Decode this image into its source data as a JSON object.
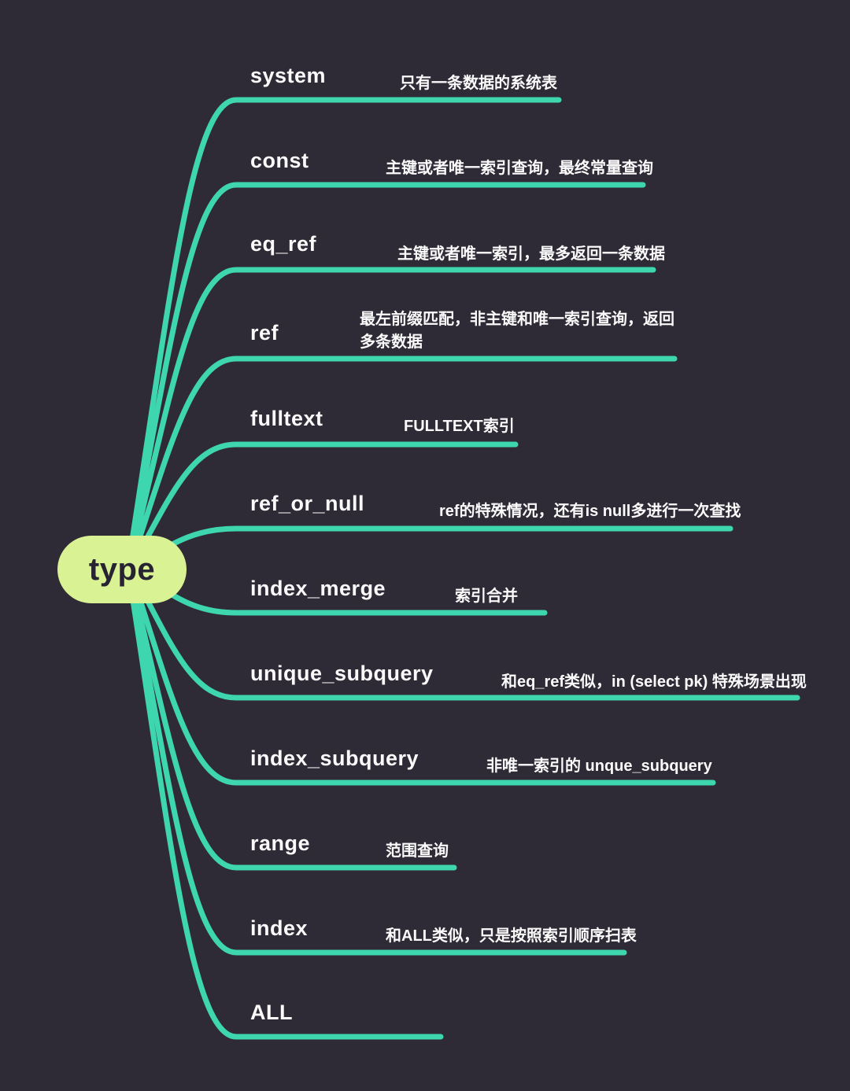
{
  "root": {
    "label": "type"
  },
  "colors": {
    "background": "#2f2b36",
    "branch_line": "#3ed6af",
    "root_node_fill": "#d8f294",
    "root_node_text": "#272333",
    "label_text": "#fafafa"
  },
  "branches": [
    {
      "label": "system",
      "desc": "只有一条数据的系统表"
    },
    {
      "label": "const",
      "desc": "主键或者唯一索引查询，最终常量查询"
    },
    {
      "label": "eq_ref",
      "desc": "主键或者唯一索引，最多返回一条数据"
    },
    {
      "label": "ref",
      "desc": "最左前缀匹配，非主键和唯一索引查询，返回多条数据"
    },
    {
      "label": "fulltext",
      "desc": "FULLTEXT索引"
    },
    {
      "label": "ref_or_null",
      "desc": "ref的特殊情况，还有is null多进行一次查找"
    },
    {
      "label": "index_merge",
      "desc": "索引合并"
    },
    {
      "label": "unique_subquery",
      "desc": "和eq_ref类似，in (select pk) 特殊场景出现"
    },
    {
      "label": "index_subquery",
      "desc": "非唯一索引的 unque_subquery"
    },
    {
      "label": "range",
      "desc": "范围查询"
    },
    {
      "label": "index",
      "desc": "和ALL类似，只是按照索引顺序扫表"
    },
    {
      "label": "ALL",
      "desc": ""
    }
  ]
}
